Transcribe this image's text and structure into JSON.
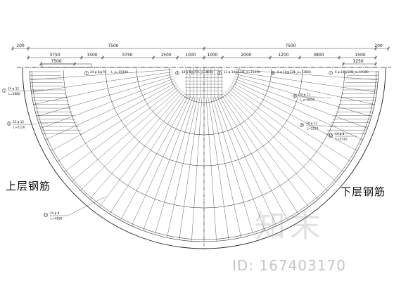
{
  "dimensions": {
    "top_row": [
      "200",
      "7500",
      "7500",
      "200"
    ],
    "second_row": [
      "3750",
      "1500",
      "3750",
      "1500",
      "1000",
      "1000",
      "2000",
      "1200",
      "3800",
      "1500"
    ],
    "third_row_left": "7500",
    "third_row_right": "1250"
  },
  "rebar_tags": [
    {
      "mark": "1",
      "spec": "14 φ 12",
      "sub": "L=5880"
    },
    {
      "mark": "2",
      "spec": "22 φ 12",
      "sub": "L=2120"
    },
    {
      "mark": "3",
      "spec": "24 φ 8@70",
      "sub": "L_a=15430"
    },
    {
      "mark": "4",
      "spec": "18 φ 8@70",
      "sub": "L_a=8650"
    },
    {
      "mark": "5",
      "spec": "13 φ 10@120",
      "sub": "L_a=11250"
    },
    {
      "mark": "6",
      "spec": "6 φ 10@120",
      "sub": "L_a=13860"
    },
    {
      "mark": "7",
      "spec": "6 φ 10@120",
      "sub": "L_a=19300"
    },
    {
      "mark": "8",
      "spec": "24 φ 12",
      "sub": "L_a=6820"
    },
    {
      "mark": "9",
      "spec": "20 φ 12",
      "sub": "L=2120"
    },
    {
      "mark": "10",
      "spec": "14 φ 8",
      "sub": "L=5310"
    },
    {
      "mark": "11",
      "spec": "24 φ 8",
      "sub": "L=4830"
    }
  ],
  "labels": {
    "upper": "上层钢筋",
    "lower": "下层钢筋"
  },
  "watermark": {
    "logo": "知末",
    "id": "ID: 167403170"
  }
}
